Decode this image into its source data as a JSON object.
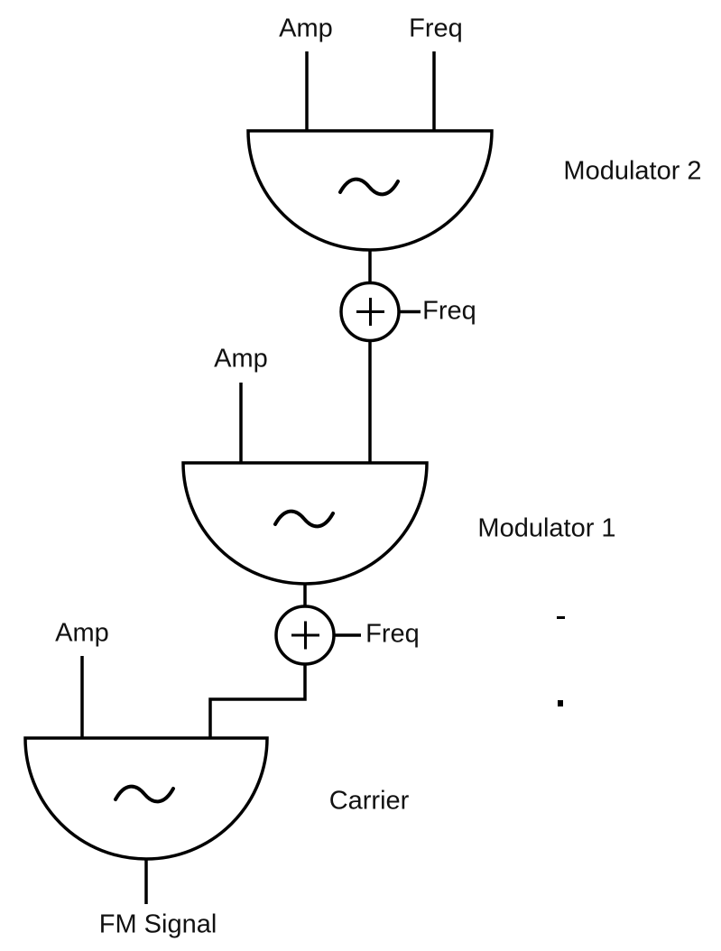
{
  "page": {
    "background": "#ffffff",
    "line_color": "#000000",
    "text_color": "#111111"
  },
  "nodes": {
    "modulator2": {
      "label": "Modulator 2",
      "amp_input_label": "Amp",
      "freq_input_label": "Freq",
      "waveform": "sine"
    },
    "sum1": {
      "operator": "+",
      "freq_label": "Freq"
    },
    "modulator1": {
      "label": "Modulator 1",
      "amp_input_label": "Amp",
      "waveform": "sine"
    },
    "sum2": {
      "operator": "+",
      "freq_label": "Freq"
    },
    "carrier": {
      "label": "Carrier",
      "amp_input_label": "Amp",
      "waveform": "sine"
    },
    "output": {
      "label": "FM Signal"
    }
  }
}
